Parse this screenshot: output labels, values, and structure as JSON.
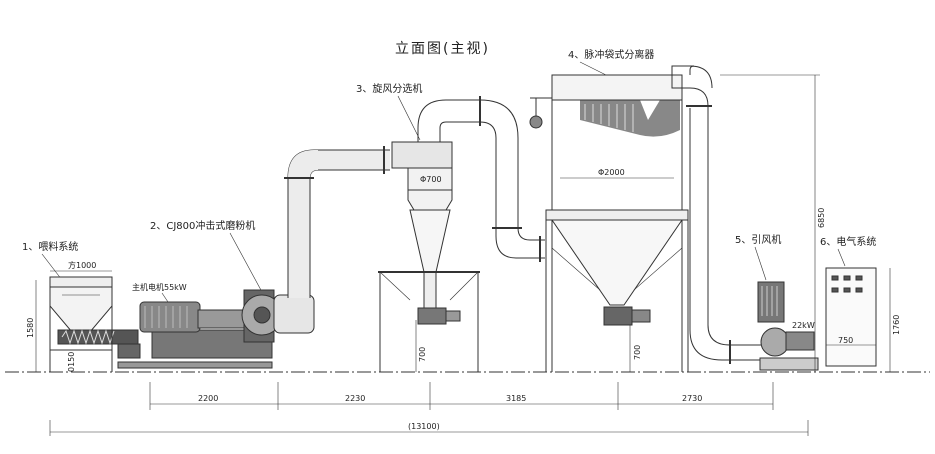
{
  "title": "立面图(主视)",
  "labels": {
    "feeder": "1、喂料系统",
    "mill": "2、CJ800冲击式磨粉机",
    "cyclone": "3、旋风分选机",
    "bag_filter": "4、脉冲袋式分离器",
    "fan": "5、引风机",
    "electric": "6、电气系统"
  },
  "annotations": {
    "main_motor": "主机电机55kW",
    "fan_motor": "22kW",
    "hopper_width": "方1000",
    "cyclone_dia": "Φ700",
    "bag_dia": "Φ2000"
  },
  "dimensions": {
    "d1": "2200",
    "d2": "2230",
    "d3": "3185",
    "d4": "2730",
    "total": "(13100)",
    "v_feeder": "1580",
    "v_screw": "0150",
    "v_cyclone": "700",
    "v_bag": "700",
    "v_total": "6850",
    "v_cabinet": "1760",
    "cabinet_w": "750"
  },
  "colors": {
    "line": "#333333",
    "fill": "#e8e8e8",
    "dark": "#555555"
  }
}
